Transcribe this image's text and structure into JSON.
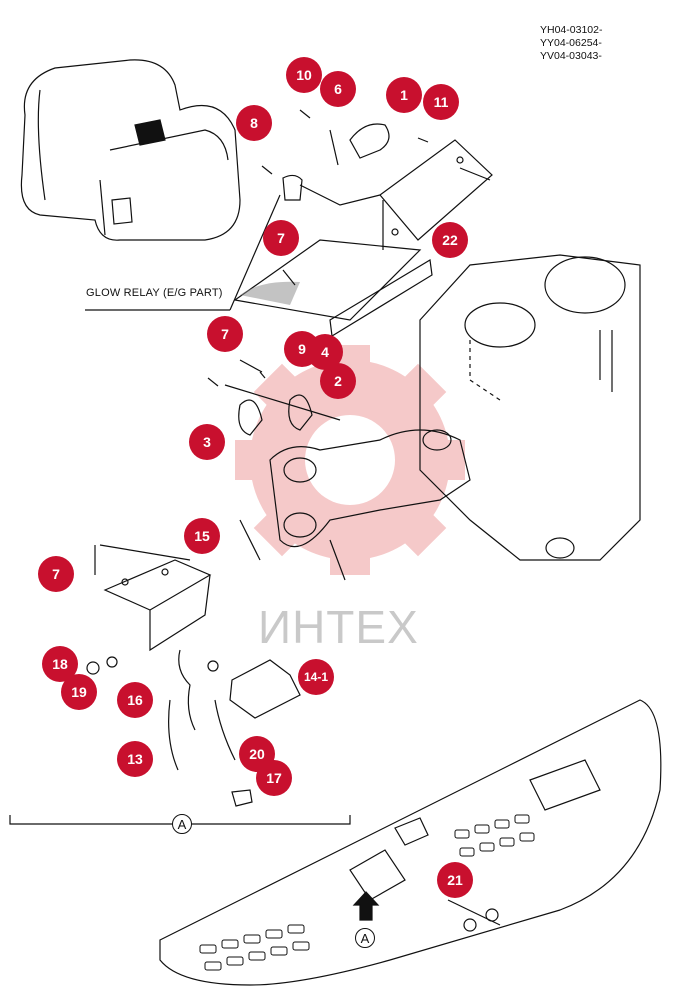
{
  "header": {
    "codes": [
      "YH04-03102-",
      "YY04-06254-",
      "YV04-03043-"
    ]
  },
  "labels": {
    "glow_relay": "GLOW RELAY (E/G PART)",
    "view_ref": "A"
  },
  "watermark": {
    "text": "ИНТЕХ"
  },
  "callouts": [
    "10",
    "6",
    "1",
    "11",
    "8",
    "7",
    "22",
    "9",
    "4",
    "2",
    "7",
    "3",
    "15",
    "7",
    "18",
    "19",
    "16",
    "14-1",
    "13",
    "20",
    "17",
    "21"
  ],
  "colors": {
    "callout": "#c8102e",
    "line": "#111111",
    "watermark": "#f2b8b8"
  }
}
